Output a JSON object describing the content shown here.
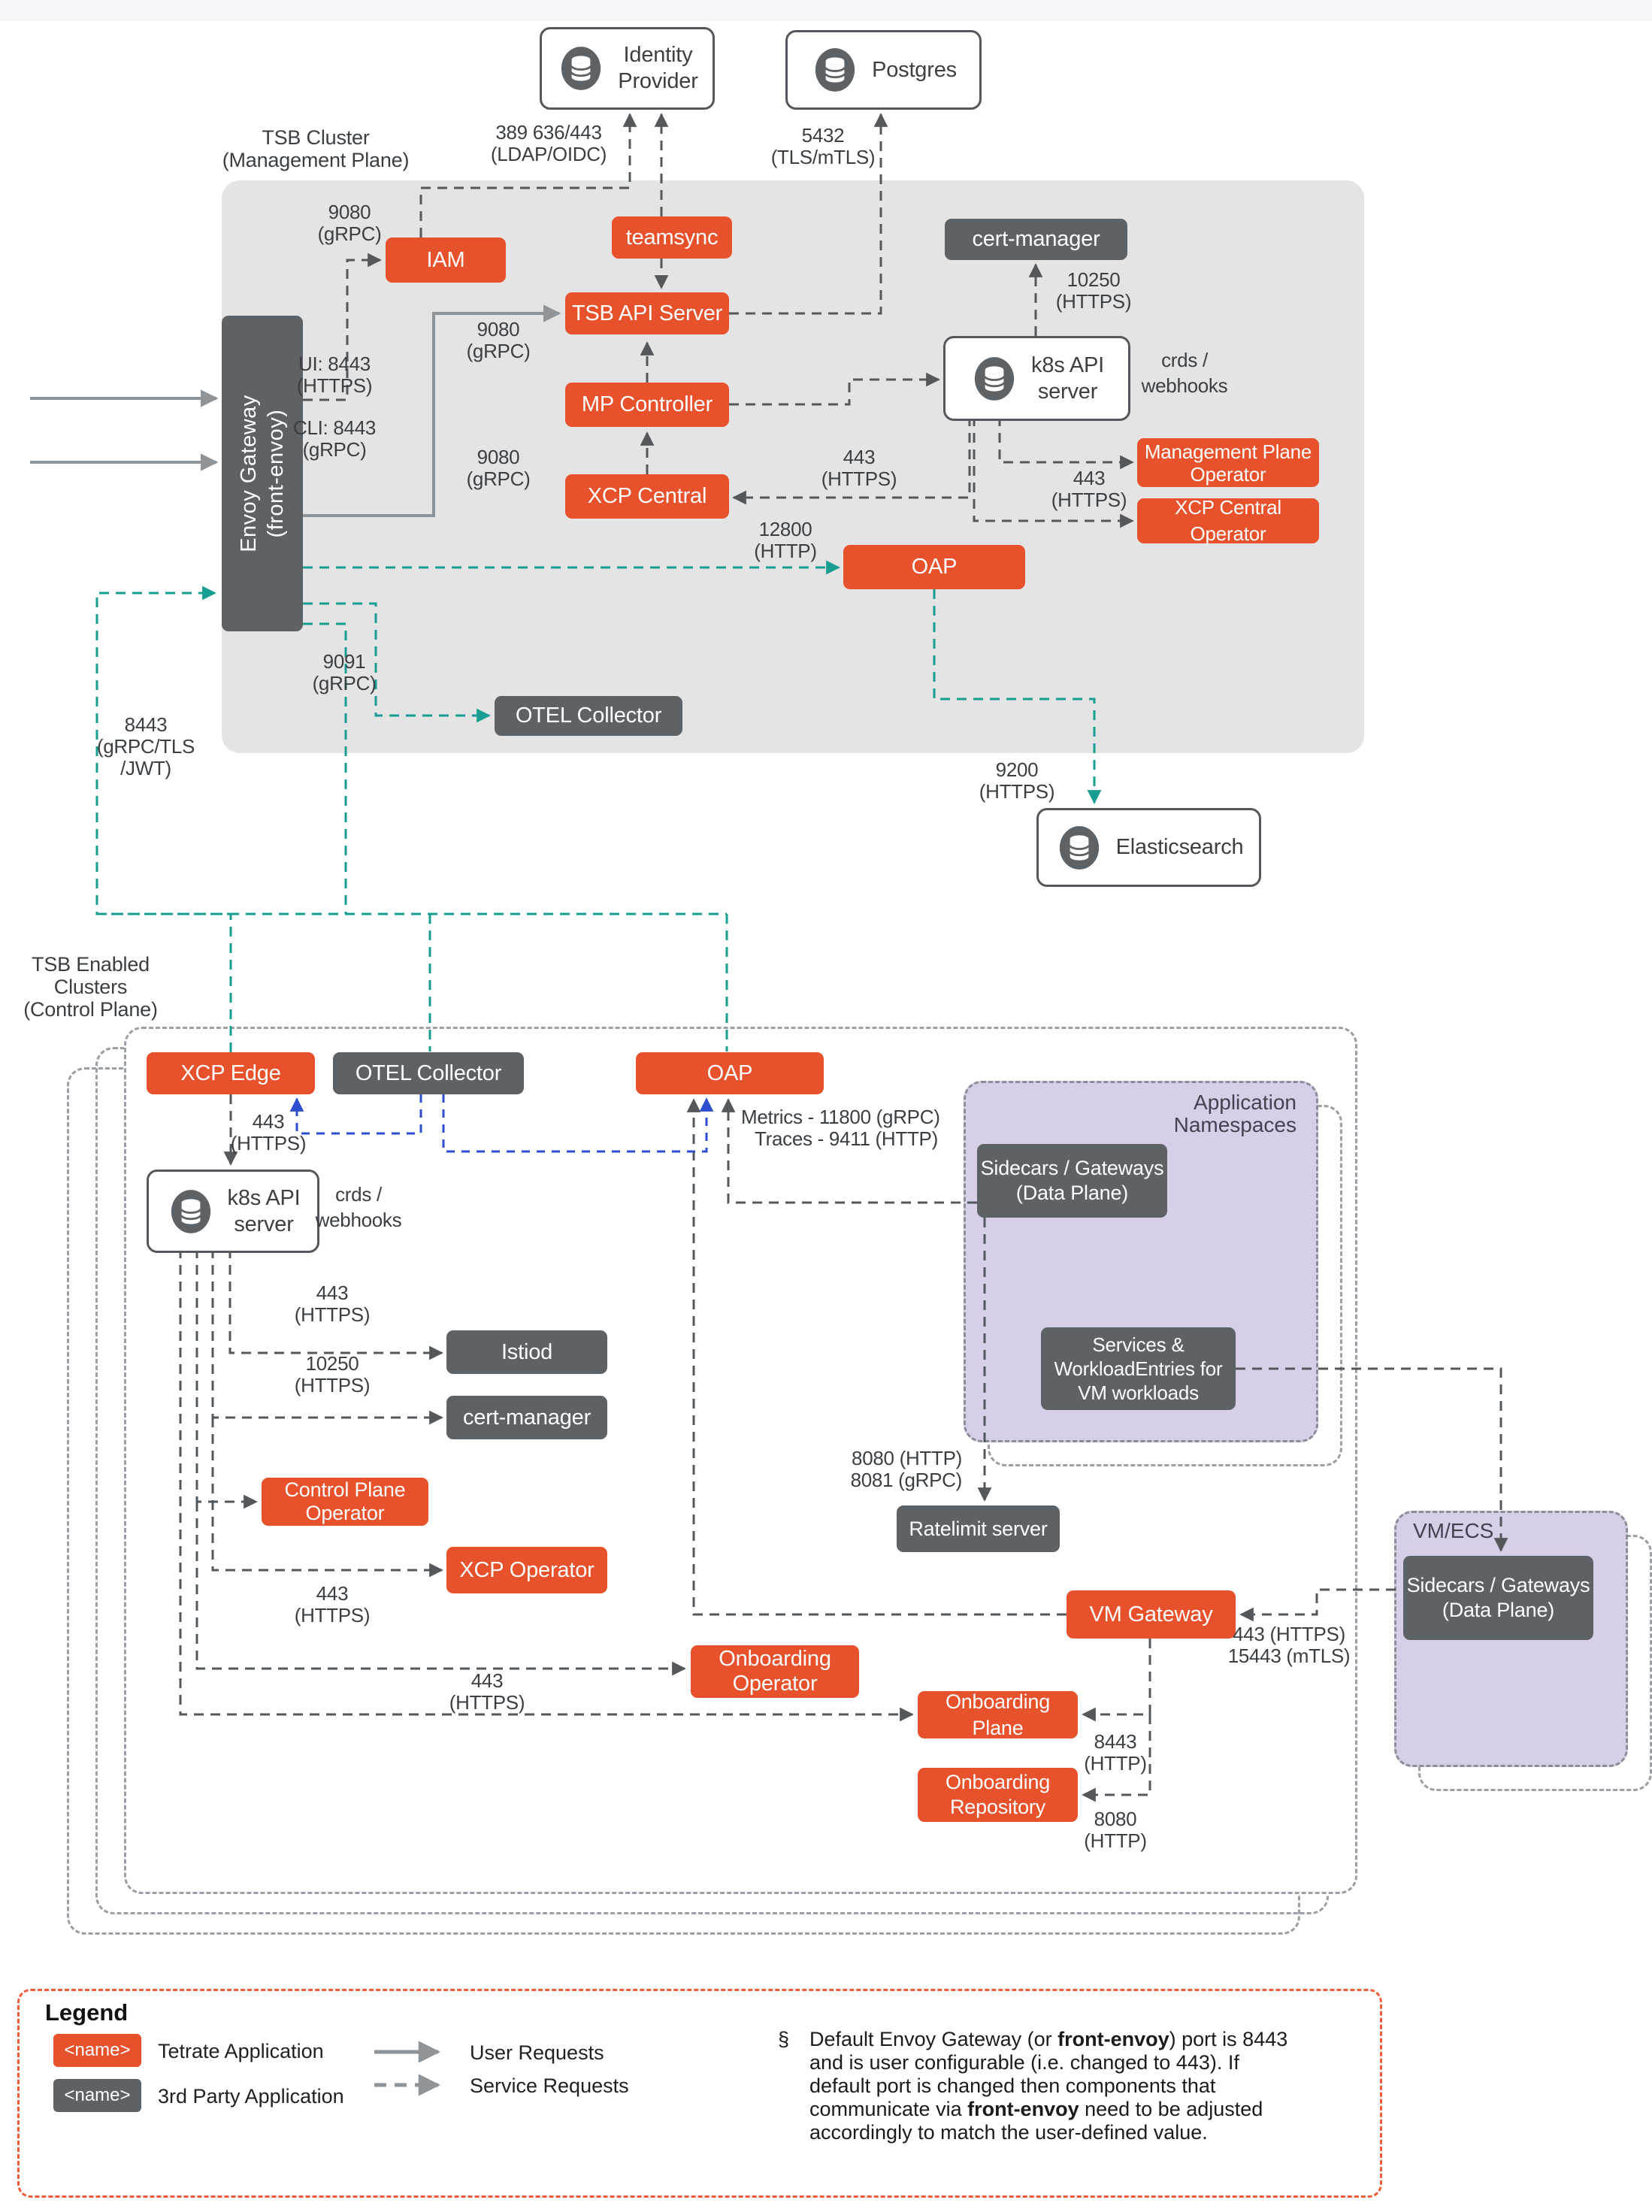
{
  "colors": {
    "accent_orange": "#e7512b",
    "dark_gray": "#5d6266",
    "teal": "#189e90",
    "blue": "#2d4ecf",
    "purple": "#d6cfe7",
    "legend_border": "#f05b3a"
  },
  "sections": {
    "tsb_cluster": [
      "TSB Cluster",
      "(Management Plane)"
    ],
    "tsb_enabled": [
      "TSB Enabled",
      "Clusters",
      "(Control Plane)"
    ],
    "app_namespaces": [
      "Application",
      "Namespaces"
    ],
    "vm_ecs": "VM/ECS"
  },
  "boxes": {
    "identity_provider": [
      "Identity",
      "Provider"
    ],
    "postgres": "Postgres",
    "envoy": [
      "Envoy Gateway",
      "(front-envoy)"
    ],
    "iam": "IAM",
    "teamsync": "teamsync",
    "tsb_api": "TSB API Server",
    "mp_controller": "MP Controller",
    "xcp_central": "XCP Central",
    "cert_manager_mp": "cert-manager",
    "k8s_mp": [
      "k8s API",
      "server"
    ],
    "mp_operator": [
      "Management Plane",
      "Operator"
    ],
    "xcp_central_operator": "XCP Central Operator",
    "oap_mp": "OAP",
    "otel_mp": "OTEL Collector",
    "elasticsearch": "Elasticsearch",
    "xcp_edge": "XCP Edge",
    "otel_cp": "OTEL Collector",
    "oap_cp": "OAP",
    "k8s_cp": [
      "k8s API",
      "server"
    ],
    "istiod": "Istiod",
    "cert_manager_cp": "cert-manager",
    "control_plane_operator": [
      "Control Plane",
      "Operator"
    ],
    "xcp_operator": "XCP Operator",
    "onboarding_operator": [
      "Onboarding",
      "Operator"
    ],
    "onboarding_plane": "Onboarding Plane",
    "onboarding_repository": [
      "Onboarding",
      "Repository"
    ],
    "vm_gateway": "VM Gateway",
    "ratelimit": "Ratelimit server",
    "sidecars_app": [
      "Sidecars / Gateways",
      "(Data Plane)"
    ],
    "services_workloads": [
      "Services &",
      "WorkloadEntries for",
      "VM workloads"
    ],
    "sidecars_vm": [
      "Sidecars / Gateways",
      "(Data Plane)"
    ]
  },
  "ports": {
    "ldap": [
      "389 636/443",
      "(LDAP/OIDC)"
    ],
    "tls5432": [
      "5432",
      "(TLS/mTLS)"
    ],
    "ui": [
      "UI: 8443",
      "(HTTPS)"
    ],
    "cli": [
      "CLI: 8443",
      "(gRPC)"
    ],
    "grpc9080_iam": [
      "9080",
      "(gRPC)"
    ],
    "grpc9080_tsb": [
      "9080",
      "(gRPC)"
    ],
    "grpc9080_xcp": [
      "9080",
      "(gRPC)"
    ],
    "https10250_mp": [
      "10250",
      "(HTTPS)"
    ],
    "crds_mp": [
      "crds /",
      "webhooks"
    ],
    "https443_xcpc": [
      "443",
      "(HTTPS)"
    ],
    "https443_ops": [
      "443",
      "(HTTPS)"
    ],
    "http12800": [
      "12800",
      "(HTTP)"
    ],
    "grpc9091": [
      "9091",
      "(gRPC)"
    ],
    "https9200": [
      "9200",
      "(HTTPS)"
    ],
    "jwt8443": [
      "8443",
      "(gRPC/TLS",
      "/JWT)"
    ],
    "https443_edge": [
      "443",
      "(HTTPS)"
    ],
    "metrics": "Metrics - 11800 (gRPC)",
    "traces": "Traces - 9411 (HTTP)",
    "crds_cp": [
      "crds /",
      "webhooks"
    ],
    "https443_istiod": [
      "443",
      "(HTTPS)"
    ],
    "https10250_cp": [
      "10250",
      "(HTTPS)"
    ],
    "https443_xcpop": [
      "443",
      "(HTTPS)"
    ],
    "https443_onb": [
      "443",
      "(HTTPS)"
    ],
    "http8080_grpc8081": [
      "8080 (HTTP)",
      "8081 (gRPC)"
    ],
    "http8443": [
      "8443",
      "(HTTP)"
    ],
    "http8080": [
      "8080",
      "(HTTP)"
    ],
    "mtls": [
      "443 (HTTPS)",
      "15443 (mTLS)"
    ]
  },
  "legend": {
    "title": "Legend",
    "name_placeholder": "<name>",
    "tetrate": "Tetrate Application",
    "third_party": "3rd Party Application",
    "user_requests": "User Requests",
    "service_requests": "Service Requests",
    "section_mark": "§",
    "note": [
      {
        "t": "Default Envoy Gateway (or "
      },
      {
        "t": "front-envoy",
        "b": true
      },
      {
        "t": ") port is 8443 and is user configurable (i.e. changed to 443). If default port is changed then components that communicate via "
      },
      {
        "t": "front-envoy",
        "b": true
      },
      {
        "t": " need to be adjusted accordingly to match the user-defined value."
      }
    ]
  }
}
